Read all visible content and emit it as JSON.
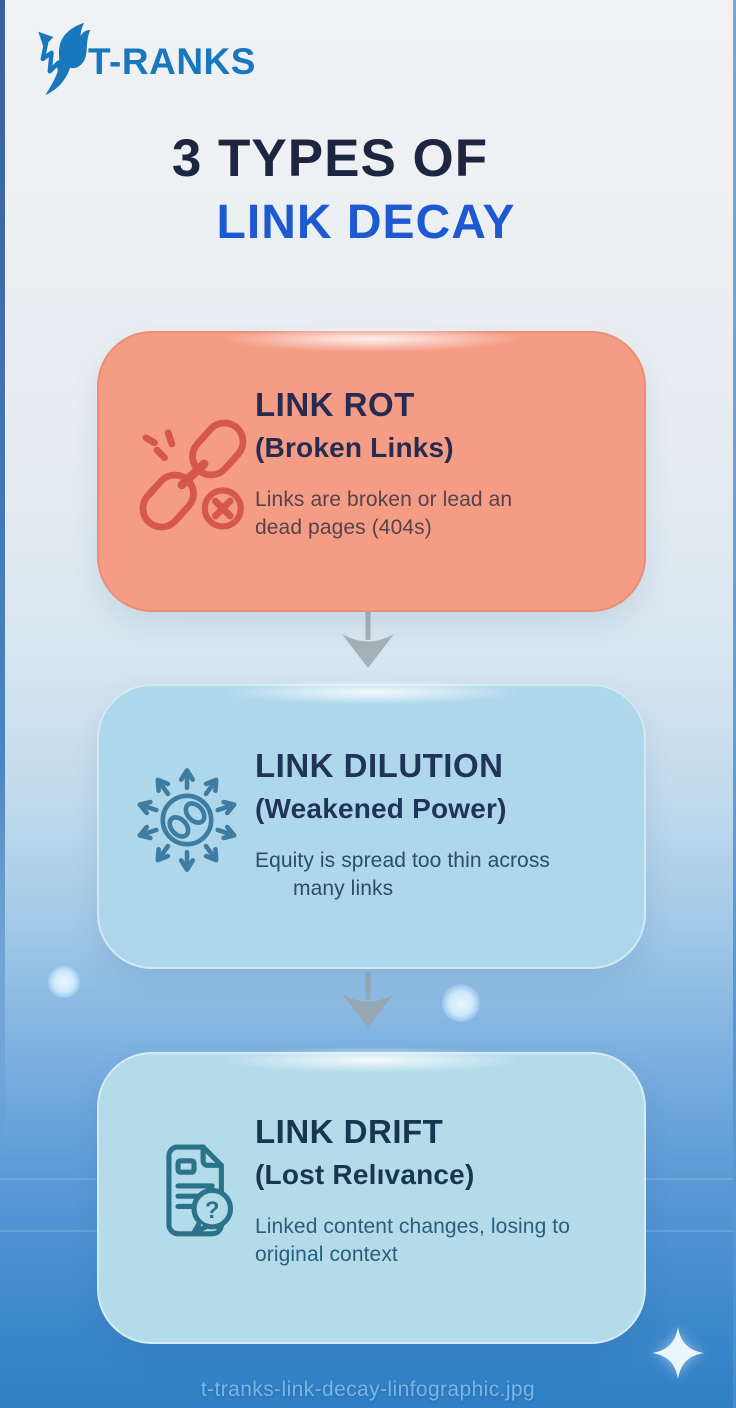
{
  "brand": {
    "name": "T-RANKS"
  },
  "title": {
    "line1": "3 TYPES OF",
    "line2": "LINK DECAY"
  },
  "cards": [
    {
      "key": "link-rot",
      "title": "LINK ROT",
      "subtitle": "(Broken Links)",
      "desc_line1": "Links are broken or lead an",
      "desc_line2": "dead pages (404s)",
      "icon": "broken-chain-icon",
      "bg_color": "#f59c85",
      "icon_color": "#d5584a",
      "title_color": "#262b51",
      "desc_color": "#55434b"
    },
    {
      "key": "link-dilution",
      "title": "LINK DILUTION",
      "subtitle": "(Weakened Power)",
      "desc_line1": "Equity is spread too thin across",
      "desc_line2": "many links",
      "icon": "link-spread-icon",
      "bg_color": "#aed7eb",
      "icon_color": "#3e7da1",
      "title_color": "#20345a",
      "desc_color": "#2d4c66"
    },
    {
      "key": "link-drift",
      "title": "LINK DRIFT",
      "subtitle": "(Lost Relıvance)",
      "desc_line1": "Linked content changes, losing to",
      "desc_line2": "original context",
      "icon": "document-question-icon",
      "icon_glyph": "?",
      "bg_color": "#b4dbea",
      "icon_color": "#2b7389",
      "title_color": "#16384e",
      "desc_color": "#27607a"
    }
  ],
  "footer": {
    "filename": "t-tranks-link-decay-linfographic.jpg"
  },
  "colors": {
    "brand_blue": "#1878be",
    "title_line1": "#1d2540",
    "title_line2": "#1d59d1",
    "arrow": "#9ba4aa",
    "footer_text": "#7ab5e4"
  }
}
